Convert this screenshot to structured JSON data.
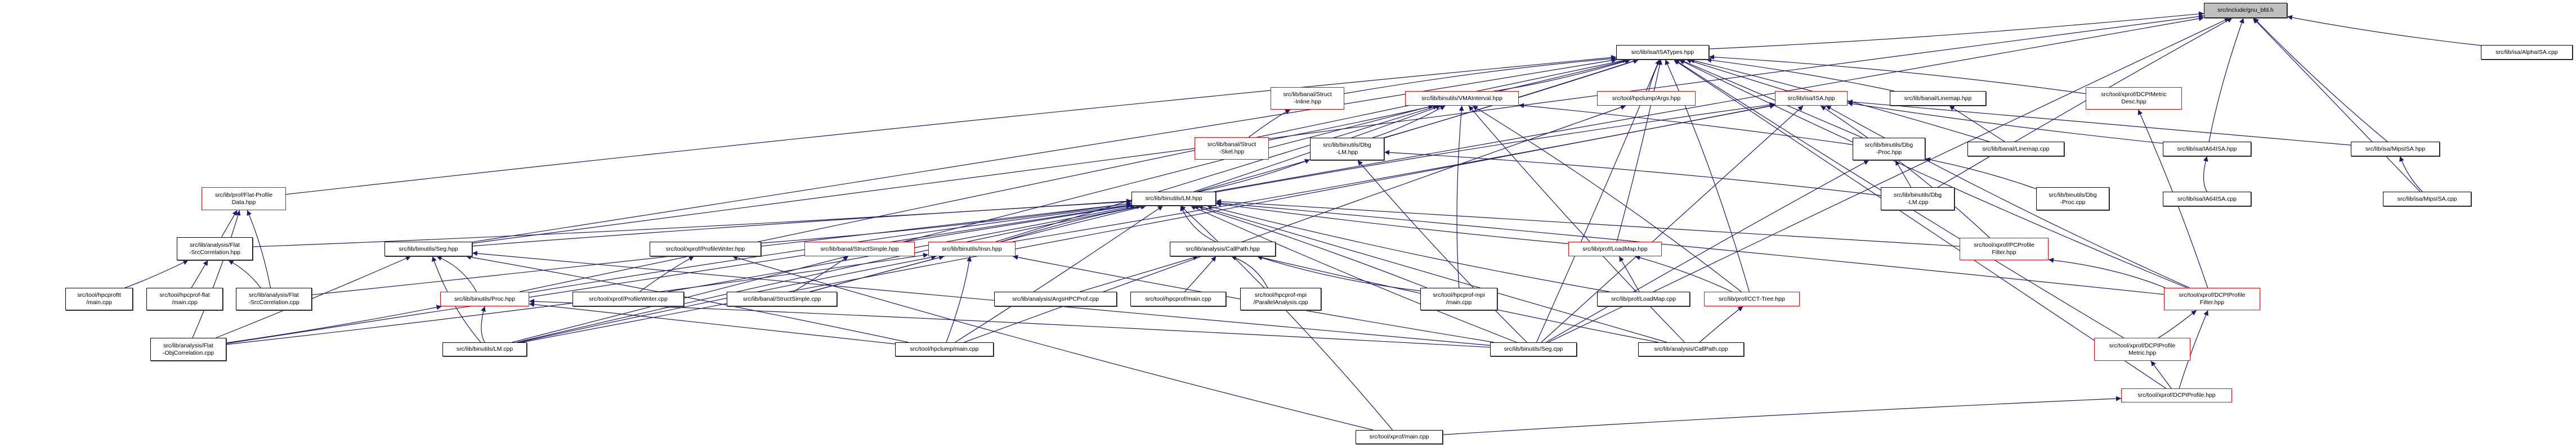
{
  "title": "src/include/gnu_bfd.h include dependency graph",
  "colors": {
    "edge": "#191970",
    "normal_border": "#000000",
    "truncated_border": "#ff0000",
    "root_fill": "#bfbfbf"
  },
  "nodes": [
    {
      "id": "gnu_bfd",
      "label": "src/include/gnu_bfd.h",
      "kind": "root"
    },
    {
      "id": "ISATypes",
      "label": "src/lib/isa/ISATypes.hpp",
      "kind": "normal"
    },
    {
      "id": "AlphaISA_cpp",
      "label": "src/lib/isa/AlphaISA.cpp",
      "kind": "normal"
    },
    {
      "id": "StructInline",
      "label": "src/lib/banal/Struct\n-Inline.hpp",
      "kind": "truncated"
    },
    {
      "id": "VMAInterval",
      "label": "src/lib/binutils/VMAInterval.hpp",
      "kind": "truncated"
    },
    {
      "id": "Args_hpp",
      "label": "src/tool/hpclump/Args.hpp",
      "kind": "truncated"
    },
    {
      "id": "ISA_hpp",
      "label": "src/lib/isa/ISA.hpp",
      "kind": "truncated"
    },
    {
      "id": "Linemap_hpp",
      "label": "src/lib/banal/Linemap.hpp",
      "kind": "normal"
    },
    {
      "id": "DCPIMetricDesc",
      "label": "src/tool/xprof/DCPIMetric\nDesc.hpp",
      "kind": "truncated"
    },
    {
      "id": "StructSkel",
      "label": "src/lib/banal/Struct\n-Skel.hpp",
      "kind": "truncated"
    },
    {
      "id": "DbgLM_hpp",
      "label": "src/lib/binutils/Dbg\n-LM.hpp",
      "kind": "normal"
    },
    {
      "id": "DbgProc_hpp",
      "label": "src/lib/binutils/Dbg\n-Proc.hpp",
      "kind": "normal"
    },
    {
      "id": "Linemap_cpp",
      "label": "src/lib/banal/Linemap.cpp",
      "kind": "normal"
    },
    {
      "id": "IA64ISA_hpp",
      "label": "src/lib/isa/IA64ISA.hpp",
      "kind": "normal"
    },
    {
      "id": "MipsISA_hpp",
      "label": "src/lib/isa/MipsISA.hpp",
      "kind": "normal"
    },
    {
      "id": "FlatProfileData",
      "label": "src/lib/prof/Flat-Profile\nData.hpp",
      "kind": "truncated"
    },
    {
      "id": "LM_hpp",
      "label": "src/lib/binutils/LM.hpp",
      "kind": "normal"
    },
    {
      "id": "DbgLM_cpp",
      "label": "src/lib/binutils/Dbg\n-LM.cpp",
      "kind": "normal"
    },
    {
      "id": "DbgProc_cpp",
      "label": "src/lib/binutils/Dbg\n-Proc.cpp",
      "kind": "normal"
    },
    {
      "id": "IA64ISA_cpp",
      "label": "src/lib/isa/IA64ISA.cpp",
      "kind": "normal"
    },
    {
      "id": "MipsISA_cpp",
      "label": "src/lib/isa/MipsISA.cpp",
      "kind": "normal"
    },
    {
      "id": "FlatSrcCorr_hpp",
      "label": "src/lib/analysis/Flat\n-SrcCorrelation.hpp",
      "kind": "normal"
    },
    {
      "id": "Seg_hpp",
      "label": "src/lib/binutils/Seg.hpp",
      "kind": "normal"
    },
    {
      "id": "ProfileWriter_hpp",
      "label": "src/tool/xprof/ProfileWriter.hpp",
      "kind": "normal"
    },
    {
      "id": "StructSimple_hpp",
      "label": "src/lib/banal/StructSimple.hpp",
      "kind": "truncated"
    },
    {
      "id": "Insn_hpp",
      "label": "src/lib/binutils/Insn.hpp",
      "kind": "truncated"
    },
    {
      "id": "CallPath_hpp",
      "label": "src/lib/analysis/CallPath.hpp",
      "kind": "normal"
    },
    {
      "id": "LoadMap_hpp",
      "label": "src/lib/prof/LoadMap.hpp",
      "kind": "truncated"
    },
    {
      "id": "PCProfileFilter",
      "label": "src/tool/xprof/PCProfile\nFilter.hpp",
      "kind": "truncated"
    },
    {
      "id": "hpcproftt_main",
      "label": "src/tool/hpcproftt\n/main.cpp",
      "kind": "normal"
    },
    {
      "id": "hpcprofflat_main",
      "label": "src/tool/hpcprof-flat\n/main.cpp",
      "kind": "normal"
    },
    {
      "id": "FlatSrcCorr_cpp",
      "label": "src/lib/analysis/Flat\n-SrcCorrelation.cpp",
      "kind": "normal"
    },
    {
      "id": "Proc_hpp",
      "label": "src/lib/binutils/Proc.hpp",
      "kind": "truncated"
    },
    {
      "id": "ProfileWriter_cpp",
      "label": "src/tool/xprof/ProfileWriter.cpp",
      "kind": "normal"
    },
    {
      "id": "StructSimple_cpp",
      "label": "src/lib/banal/StructSimple.cpp",
      "kind": "normal"
    },
    {
      "id": "ArgsHPCProf_cpp",
      "label": "src/lib/analysis/ArgsHPCProf.cpp",
      "kind": "normal"
    },
    {
      "id": "hpcprof_main",
      "label": "src/tool/hpcprof/main.cpp",
      "kind": "normal"
    },
    {
      "id": "ParallelAnalysis",
      "label": "src/tool/hpcprof-mpi\n/ParallelAnalysis.cpp",
      "kind": "normal"
    },
    {
      "id": "hpcprofmpi_main",
      "label": "src/tool/hpcprof-mpi\n/main.cpp",
      "kind": "normal"
    },
    {
      "id": "LoadMap_cpp",
      "label": "src/lib/prof/LoadMap.cpp",
      "kind": "normal"
    },
    {
      "id": "CCTTree",
      "label": "src/lib/prof/CCT-Tree.hpp",
      "kind": "truncated"
    },
    {
      "id": "DCPIProfileFilter",
      "label": "src/tool/xprof/DCPIProfile\nFilter.hpp",
      "kind": "truncated"
    },
    {
      "id": "FlatObjCorr_cpp",
      "label": "src/lib/analysis/Flat\n-ObjCorrelation.cpp",
      "kind": "normal"
    },
    {
      "id": "LM_cpp",
      "label": "src/lib/binutils/LM.cpp",
      "kind": "normal"
    },
    {
      "id": "hpclump_main",
      "label": "src/tool/hpclump/main.cpp",
      "kind": "normal"
    },
    {
      "id": "Seg_cpp",
      "label": "src/lib/binutils/Seg.cpp",
      "kind": "normal"
    },
    {
      "id": "CallPath_cpp",
      "label": "src/lib/analysis/CallPath.cpp",
      "kind": "normal"
    },
    {
      "id": "DCPIProfileMetric",
      "label": "src/tool/xprof/DCPIProfile\nMetric.hpp",
      "kind": "truncated"
    },
    {
      "id": "DCPIProfile_hpp",
      "label": "src/tool/xprof/DCPIProfile.hpp",
      "kind": "truncated"
    },
    {
      "id": "xprof_main",
      "label": "src/tool/xprof/main.cpp",
      "kind": "normal"
    }
  ],
  "edges": [
    [
      "ISATypes",
      "gnu_bfd"
    ],
    [
      "AlphaISA_cpp",
      "gnu_bfd"
    ],
    [
      "LM_hpp",
      "gnu_bfd"
    ],
    [
      "Seg_hpp",
      "gnu_bfd"
    ],
    [
      "DbgLM_cpp",
      "gnu_bfd"
    ],
    [
      "IA64ISA_hpp",
      "gnu_bfd"
    ],
    [
      "MipsISA_hpp",
      "gnu_bfd"
    ],
    [
      "MipsISA_cpp",
      "gnu_bfd"
    ],
    [
      "Seg_cpp",
      "gnu_bfd"
    ],
    [
      "StructInline",
      "ISATypes"
    ],
    [
      "VMAInterval",
      "ISATypes"
    ],
    [
      "Args_hpp",
      "ISATypes"
    ],
    [
      "ISA_hpp",
      "ISATypes"
    ],
    [
      "Linemap_hpp",
      "ISATypes"
    ],
    [
      "DCPIMetricDesc",
      "ISATypes"
    ],
    [
      "StructSkel",
      "ISATypes"
    ],
    [
      "DbgLM_hpp",
      "ISATypes"
    ],
    [
      "DbgProc_hpp",
      "ISATypes"
    ],
    [
      "Linemap_cpp",
      "ISATypes"
    ],
    [
      "FlatProfileData",
      "ISATypes"
    ],
    [
      "LM_hpp",
      "ISATypes"
    ],
    [
      "Seg_hpp",
      "ISATypes"
    ],
    [
      "Proc_hpp",
      "ISATypes"
    ],
    [
      "LoadMap_hpp",
      "ISATypes"
    ],
    [
      "CCTTree",
      "ISATypes"
    ],
    [
      "DCPIProfileFilter",
      "ISATypes"
    ],
    [
      "DCPIProfileMetric",
      "ISATypes"
    ],
    [
      "DCPIProfile_hpp",
      "ISATypes"
    ],
    [
      "Seg_cpp",
      "ISATypes"
    ],
    [
      "StructSkel",
      "StructInline"
    ],
    [
      "DbgLM_hpp",
      "VMAInterval"
    ],
    [
      "LM_hpp",
      "VMAInterval"
    ],
    [
      "Insn_hpp",
      "VMAInterval"
    ],
    [
      "DbgProc_hpp",
      "VMAInterval"
    ],
    [
      "CCTTree",
      "VMAInterval"
    ],
    [
      "hpcprofmpi_main",
      "VMAInterval"
    ],
    [
      "CallPath_cpp",
      "VMAInterval"
    ],
    [
      "LM_cpp",
      "VMAInterval"
    ],
    [
      "hpclump_main",
      "Args_hpp"
    ],
    [
      "LM_hpp",
      "ISA_hpp"
    ],
    [
      "Insn_hpp",
      "ISA_hpp"
    ],
    [
      "IA64ISA_hpp",
      "ISA_hpp"
    ],
    [
      "MipsISA_hpp",
      "ISA_hpp"
    ],
    [
      "Seg_cpp",
      "ISA_hpp"
    ],
    [
      "PCProfileFilter",
      "ISA_hpp"
    ],
    [
      "DCPIProfileFilter",
      "ISA_hpp"
    ],
    [
      "LM_cpp",
      "ISA_hpp"
    ],
    [
      "Linemap_cpp",
      "Linemap_hpp"
    ],
    [
      "DCPIProfileFilter",
      "DCPIMetricDesc"
    ],
    [
      "DbgLM_cpp",
      "DbgLM_hpp"
    ],
    [
      "LM_hpp",
      "DbgLM_hpp"
    ],
    [
      "Seg_cpp",
      "DbgLM_hpp"
    ],
    [
      "DbgLM_cpp",
      "DbgProc_hpp"
    ],
    [
      "DbgProc_cpp",
      "DbgProc_hpp"
    ],
    [
      "Seg_cpp",
      "DbgProc_hpp"
    ],
    [
      "IA64ISA_cpp",
      "IA64ISA_hpp"
    ],
    [
      "MipsISA_cpp",
      "MipsISA_hpp"
    ],
    [
      "FlatSrcCorr_hpp",
      "FlatProfileData"
    ],
    [
      "FlatSrcCorr_cpp",
      "FlatProfileData"
    ],
    [
      "FlatObjCorr_cpp",
      "FlatProfileData"
    ],
    [
      "FlatSrcCorr_hpp",
      "LM_hpp"
    ],
    [
      "FlatSrcCorr_cpp",
      "LM_hpp"
    ],
    [
      "FlatObjCorr_cpp",
      "LM_hpp"
    ],
    [
      "Seg_hpp",
      "LM_hpp"
    ],
    [
      "Proc_hpp",
      "LM_hpp"
    ],
    [
      "ProfileWriter_hpp",
      "LM_hpp"
    ],
    [
      "ProfileWriter_cpp",
      "LM_hpp"
    ],
    [
      "StructSimple_hpp",
      "LM_hpp"
    ],
    [
      "StructSimple_cpp",
      "LM_hpp"
    ],
    [
      "Insn_hpp",
      "LM_hpp"
    ],
    [
      "CallPath_hpp",
      "LM_hpp"
    ],
    [
      "LoadMap_hpp",
      "LM_hpp"
    ],
    [
      "PCProfileFilter",
      "LM_hpp"
    ],
    [
      "DCPIProfileFilter",
      "LM_hpp"
    ],
    [
      "LM_cpp",
      "LM_hpp"
    ],
    [
      "hpclump_main",
      "LM_hpp"
    ],
    [
      "Seg_cpp",
      "LM_hpp"
    ],
    [
      "CallPath_cpp",
      "LM_hpp"
    ],
    [
      "hpcprofmpi_main",
      "LM_hpp"
    ],
    [
      "xprof_main",
      "LM_hpp"
    ],
    [
      "LoadMap_cpp",
      "LM_hpp"
    ],
    [
      "hpcproftt_main",
      "FlatSrcCorr_hpp"
    ],
    [
      "hpcprofflat_main",
      "FlatSrcCorr_hpp"
    ],
    [
      "FlatSrcCorr_cpp",
      "FlatSrcCorr_hpp"
    ],
    [
      "Proc_hpp",
      "Seg_hpp"
    ],
    [
      "LM_cpp",
      "Seg_hpp"
    ],
    [
      "FlatObjCorr_cpp",
      "Seg_hpp"
    ],
    [
      "Seg_cpp",
      "Seg_hpp"
    ],
    [
      "hpclump_main",
      "Seg_hpp"
    ],
    [
      "ProfileWriter_cpp",
      "ProfileWriter_hpp"
    ],
    [
      "xprof_main",
      "ProfileWriter_hpp"
    ],
    [
      "StructSimple_cpp",
      "StructSimple_hpp"
    ],
    [
      "StructSimple_cpp",
      "Insn_hpp"
    ],
    [
      "LM_cpp",
      "Insn_hpp"
    ],
    [
      "hpclump_main",
      "Insn_hpp"
    ],
    [
      "FlatObjCorr_cpp",
      "Insn_hpp"
    ],
    [
      "Seg_cpp",
      "Insn_hpp"
    ],
    [
      "ArgsHPCProf_cpp",
      "CallPath_hpp"
    ],
    [
      "hpcprof_main",
      "CallPath_hpp"
    ],
    [
      "ParallelAnalysis",
      "CallPath_hpp"
    ],
    [
      "hpcprofmpi_main",
      "CallPath_hpp"
    ],
    [
      "CallPath_cpp",
      "CallPath_hpp"
    ],
    [
      "LoadMap_cpp",
      "LoadMap_hpp"
    ],
    [
      "CCTTree",
      "LoadMap_hpp"
    ],
    [
      "DCPIProfileFilter",
      "PCProfileFilter"
    ],
    [
      "LM_cpp",
      "Proc_hpp"
    ],
    [
      "FlatObjCorr_cpp",
      "Proc_hpp"
    ],
    [
      "hpclump_main",
      "Proc_hpp"
    ],
    [
      "Seg_cpp",
      "Proc_hpp"
    ],
    [
      "CallPath_cpp",
      "CCTTree"
    ],
    [
      "DCPIProfileMetric",
      "DCPIProfileFilter"
    ],
    [
      "DCPIProfile_hpp",
      "DCPIProfileFilter"
    ],
    [
      "DCPIProfile_hpp",
      "DCPIProfileMetric"
    ],
    [
      "xprof_main",
      "DCPIProfile_hpp"
    ]
  ]
}
